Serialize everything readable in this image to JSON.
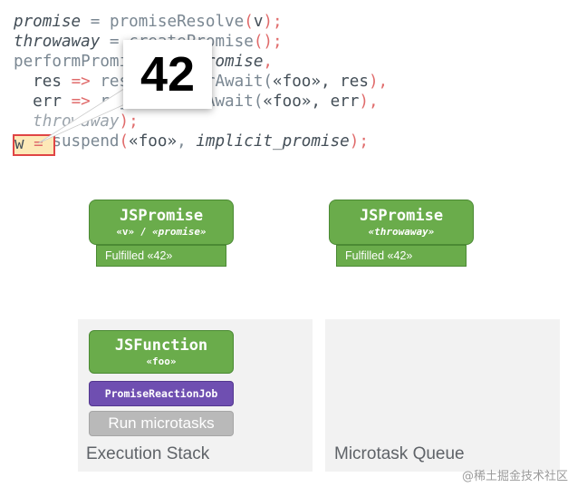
{
  "code": {
    "line1": {
      "a": "promise",
      "b": " = ",
      "c": "promiseResolve",
      "d": "(",
      "e": "v",
      "f": ");"
    },
    "line2": {
      "a": "throwaway",
      "b": " = ",
      "c": "createPromise",
      "d": "();"
    },
    "line3": {
      "a": "performPromiseThen",
      "b": "(",
      "c": "promise",
      "d": ","
    },
    "line4": {
      "a": "  res ",
      "b": "=>",
      "c": " resolveAfterAwait(",
      "d": "«foo»",
      "e": ", res",
      "f": "),"
    },
    "line5": {
      "a": "  err ",
      "b": "=>",
      "c": " rejectAfterAwait(",
      "d": "«foo»",
      "e": ", err",
      "f": "),"
    },
    "line6": {
      "a": "  throwaway",
      "b": ");"
    },
    "line7": {
      "a": "w",
      "b": " = ",
      "c": "suspend",
      "d": "(",
      "e": "«foo»",
      "f": ", ",
      "g": "implicit_promise",
      "h": ");"
    }
  },
  "bubble": {
    "value": "42"
  },
  "promises": [
    {
      "title": "JSPromise",
      "subtitle_plain": "«v» / ",
      "subtitle_italic": "«promise»",
      "state": "Fulfilled «42»"
    },
    {
      "title": "JSPromise",
      "subtitle_plain": "",
      "subtitle_italic": "«throwaway»",
      "state": "Fulfilled «42»"
    }
  ],
  "execution_stack": {
    "label": "Execution Stack",
    "function_title": "JSFunction",
    "function_subtitle": "«foo»",
    "job": "PromiseReactionJob",
    "run": "Run microtasks"
  },
  "microtask_queue": {
    "label": "Microtask Queue"
  },
  "watermark": "@稀土掘金技术社区",
  "colors": {
    "green": "#6aac4b",
    "purple": "#6f4fb1",
    "grey": "#b9b9b9",
    "highlight_border": "#e04545",
    "highlight_fill": "#fde9b8"
  }
}
